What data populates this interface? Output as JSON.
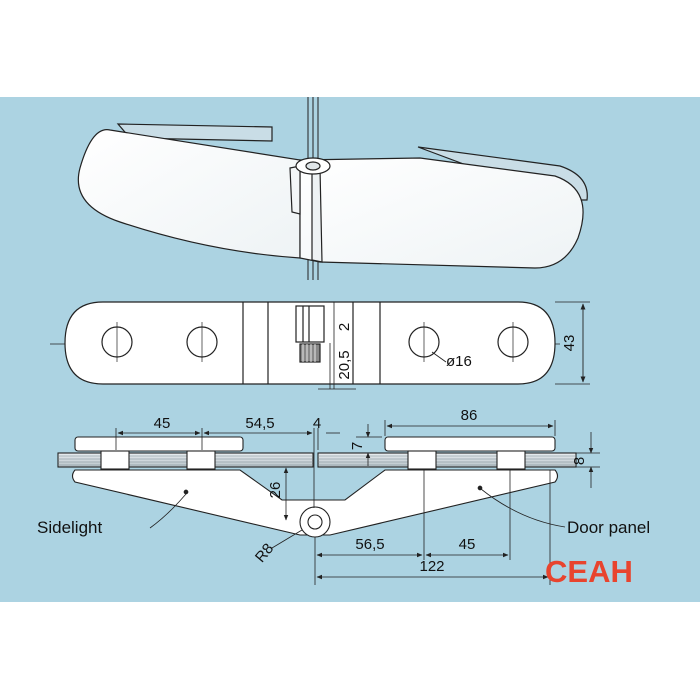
{
  "labels": {
    "sidelight": "Sidelight",
    "door_panel": "Door panel",
    "brand": "CEAH"
  },
  "dimensions": {
    "hole_diameter": "ø16",
    "height": "43",
    "offset_2": "2",
    "offset_20_5": "20,5",
    "hole_spacing_left": "45",
    "pivot_offset": "54,5",
    "gap": "4",
    "clamp_length": "86",
    "glass_gap": "7",
    "thickness": "8",
    "depth": "26",
    "radius": "R8",
    "pivot_to_hole": "56,5",
    "hole_spacing_right": "45",
    "total_length": "122"
  },
  "colors": {
    "background": "#acd3e2",
    "brand": "#e8442e",
    "line": "#222222"
  }
}
